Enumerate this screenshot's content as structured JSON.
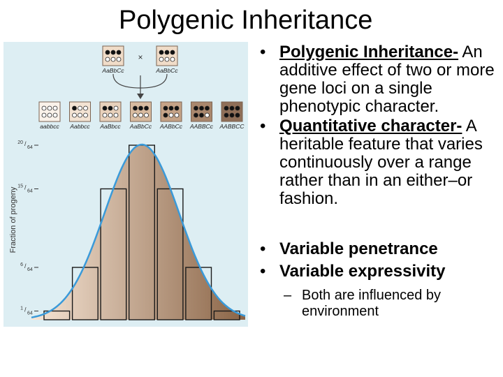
{
  "slide": {
    "title": "Polygenic Inheritance"
  },
  "figure": {
    "parents": [
      {
        "genotype": "AaBbCc",
        "dots": 3
      },
      {
        "genotype": "AaBbCc",
        "dots": 3
      }
    ],
    "cross_symbol": "×",
    "offspring": [
      {
        "genotype": "aabbcc",
        "dots": 0
      },
      {
        "genotype": "Aabbcc",
        "dots": 1
      },
      {
        "genotype": "AaBbcc",
        "dots": 2
      },
      {
        "genotype": "AaBbCc",
        "dots": 3
      },
      {
        "genotype": "AABbCc",
        "dots": 4
      },
      {
        "genotype": "AABBCc",
        "dots": 5
      },
      {
        "genotype": "AABBCC",
        "dots": 6
      }
    ],
    "y_axis_label": "Fraction of progeny",
    "y_ticks": [
      {
        "num": "20",
        "den": "64",
        "value": 20
      },
      {
        "num": "15",
        "den": "64",
        "value": 15
      },
      {
        "num": "6",
        "den": "64",
        "value": 6
      },
      {
        "num": "1",
        "den": "64",
        "value": 1
      }
    ],
    "bar_values": [
      1,
      6,
      15,
      20,
      15,
      6,
      1
    ],
    "colors": {
      "panel_bg": "#ddeef3",
      "curve": "#3a9ad9",
      "gradient_light": "#f7e6d6",
      "gradient_dark": "#8a6446"
    }
  },
  "bullets": [
    {
      "head": "Polygenic Inheritance-",
      "underline": true,
      "text": "An additive effect of two or more gene loci on a single phenotypic character."
    },
    {
      "head": "Quantitative character-",
      "underline": true,
      "text": "A heritable feature that varies continuously over a range rather than in an either–or fashion."
    },
    {
      "head": "Variable penetrance",
      "underline": false,
      "text": ""
    },
    {
      "head": "Variable expressivity",
      "underline": false,
      "text": ""
    }
  ],
  "sub_bullet": {
    "text": "Both are influenced by environment"
  }
}
